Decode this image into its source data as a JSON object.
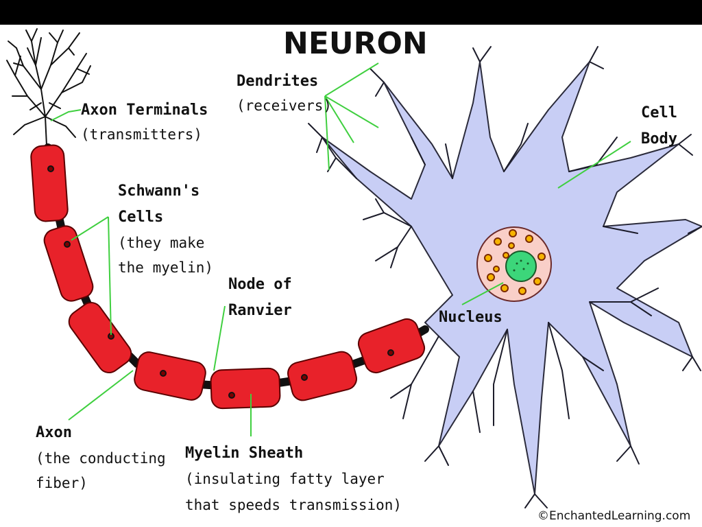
{
  "diagram": {
    "title": "NEURON",
    "labels": {
      "axon_terminals": {
        "name": "Axon Terminals",
        "note": "(transmitters)"
      },
      "schwann_cells": {
        "name_line1": "Schwann's",
        "name_line2": "Cells",
        "note_line1": "(they make",
        "note_line2": "the myelin)"
      },
      "dendrites": {
        "name": "Dendrites",
        "note": "(receivers)"
      },
      "cell_body": {
        "line1": "Cell",
        "line2": "Body"
      },
      "node_of_ranvier": {
        "line1": "Node of",
        "line2": "Ranvier"
      },
      "nucleus": {
        "name": "Nucleus"
      },
      "axon": {
        "name": "Axon",
        "note_line1": "(the conducting",
        "note_line2": "fiber)"
      },
      "myelin_sheath": {
        "name": "Myelin Sheath",
        "note_line1": "(insulating fatty layer",
        "note_line2": "that speeds transmission)"
      }
    },
    "credit": "©EnchantedLearning.com",
    "colors": {
      "background": "#000000",
      "canvas": "#ffffff",
      "cell_body": "#c8cef5",
      "dendrite_outline": "#2a2a3a",
      "myelin": "#e8222a",
      "myelin_outline": "#5a0000",
      "nucleus_outer": "#f9cfc8",
      "nucleolus": "#3cd67a",
      "organelle": "#f6b400",
      "leader_line": "#3fcf3f"
    }
  }
}
